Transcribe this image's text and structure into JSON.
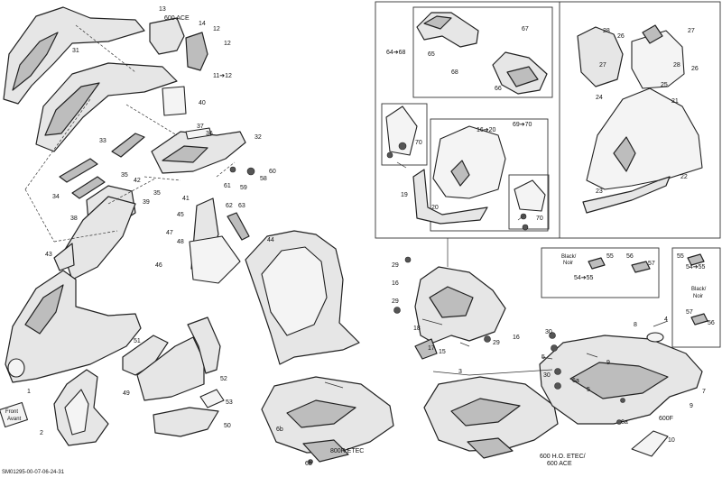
{
  "drawing_id": "SM01295-00-07-06-24-31",
  "notes": {
    "ace600_top": "600 ACE",
    "etec800r": "800R ETEC",
    "ho600_line1": "600 H.O. ETEC/",
    "ho600_line2": "600 ACE",
    "f600": "600F",
    "black_line1": "Black/",
    "black_line2": "Noir",
    "front_line1": "Front",
    "front_line2": "Avant"
  },
  "callouts": {
    "c1": "1",
    "c2": "2",
    "c3": "3",
    "c4": "4",
    "c5a": "5",
    "c5b": "5",
    "c6a": "6a",
    "c6a2": "6a",
    "c6b": "6b",
    "c6b2": "6b",
    "c7": "7",
    "c8": "8",
    "c9a": "9",
    "c9b": "9",
    "c10": "10",
    "c11_12": "11➔12",
    "c12a": "12",
    "c12b": "12",
    "c13": "13",
    "c14": "14",
    "c15": "15",
    "c16a": "16",
    "c16b": "16",
    "c16_20": "16➔20",
    "c17": "17",
    "c18": "18",
    "c19": "19",
    "c20": "20",
    "c21": "21",
    "c22": "22",
    "c23": "23",
    "c24": "24",
    "c25": "25",
    "c26a": "26",
    "c26b": "26",
    "c27a": "27",
    "c27b": "27",
    "c28a": "28",
    "c28b": "28",
    "c29a": "29",
    "c29b": "29",
    "c29c": "29",
    "c30a": "30",
    "c30b": "30",
    "c31": "31",
    "c32": "32",
    "c33": "33",
    "c34": "34",
    "c35a": "35",
    "c35b": "35",
    "c36": "36",
    "c37": "37",
    "c38": "38",
    "c39": "39",
    "c40": "40",
    "c41": "41",
    "c42": "42",
    "c43": "43",
    "c44": "44",
    "c45": "45",
    "c46": "46",
    "c47": "47",
    "c48": "48",
    "c49": "49",
    "c50": "50",
    "c51": "51",
    "c52": "52",
    "c53": "53",
    "c54_55a": "54➔55",
    "c54_55b": "54➔55",
    "c55a": "55",
    "c55b": "55",
    "c56a": "56",
    "c56b": "56",
    "c57a": "57",
    "c57b": "57",
    "c58": "58",
    "c59": "59",
    "c60": "60",
    "c61": "61",
    "c62": "62",
    "c63": "63",
    "c64_68": "64➔68",
    "c65": "65",
    "c66": "66",
    "c67": "67",
    "c68": "68",
    "c69_70": "69➔70",
    "c70a": "70",
    "c70b": "70"
  }
}
